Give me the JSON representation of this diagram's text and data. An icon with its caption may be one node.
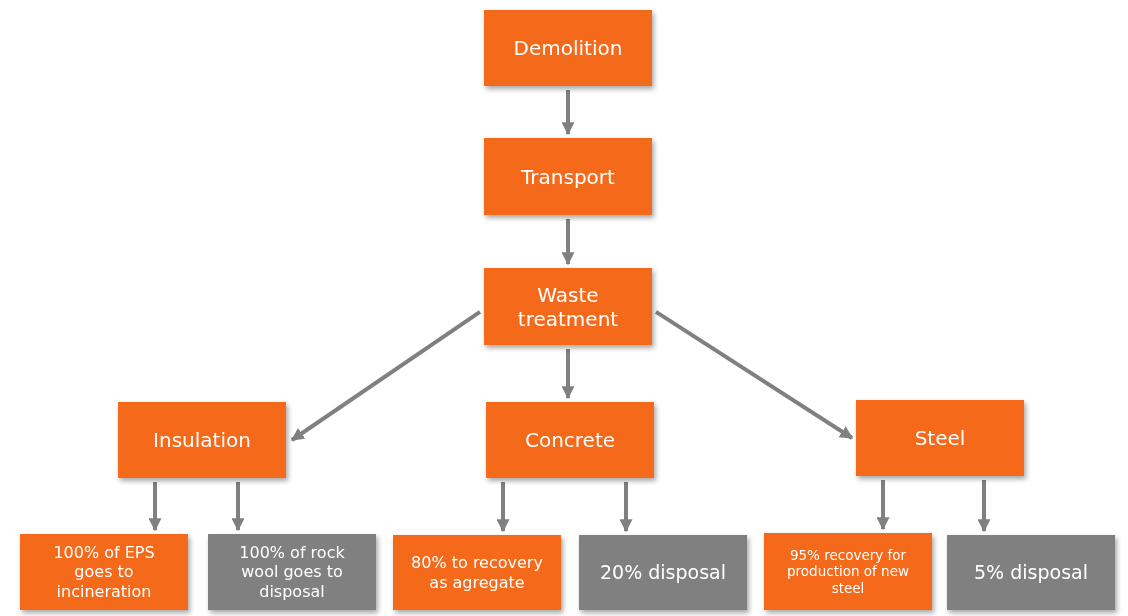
{
  "diagram": {
    "nodes": [
      {
        "text": [
          "Demolition"
        ]
      },
      {
        "text": [
          "Transport"
        ]
      },
      {
        "text": [
          "Waste treatment"
        ]
      },
      {
        "text": [
          "Insulation"
        ]
      },
      {
        "text": [
          "Concrete"
        ]
      },
      {
        "text": [
          "Steel"
        ]
      },
      {
        "text": [
          "100% of EPS goes to incineration"
        ]
      },
      {
        "text": [
          "100% of rock wool goes to disposal"
        ]
      },
      {
        "text": [
          "80% to recovery as agregate"
        ]
      },
      {
        "text": [
          "20% disposal"
        ]
      },
      {
        "text": [
          "95% recovery for production of new steel"
        ]
      },
      {
        "text": [
          "5% disposal"
        ]
      }
    ],
    "edges": [
      {
        "from": 0,
        "to": 1,
        "arrow": "to"
      },
      {
        "from": 1,
        "to": 2,
        "arrow": "to"
      },
      {
        "from": 2,
        "to": 3,
        "arrow": "to"
      },
      {
        "from": 2,
        "to": 4,
        "arrow": "to"
      },
      {
        "from": 2,
        "to": 5,
        "arrow": "to"
      },
      {
        "from": 3,
        "to": 6,
        "arrow": "to"
      },
      {
        "from": 3,
        "to": 7,
        "arrow": "to"
      },
      {
        "from": 4,
        "to": 8,
        "arrow": "to"
      },
      {
        "from": 4,
        "to": 9,
        "arrow": "to"
      },
      {
        "from": 5,
        "to": 10,
        "arrow": "to"
      },
      {
        "from": 5,
        "to": 11,
        "arrow": "to"
      }
    ]
  }
}
